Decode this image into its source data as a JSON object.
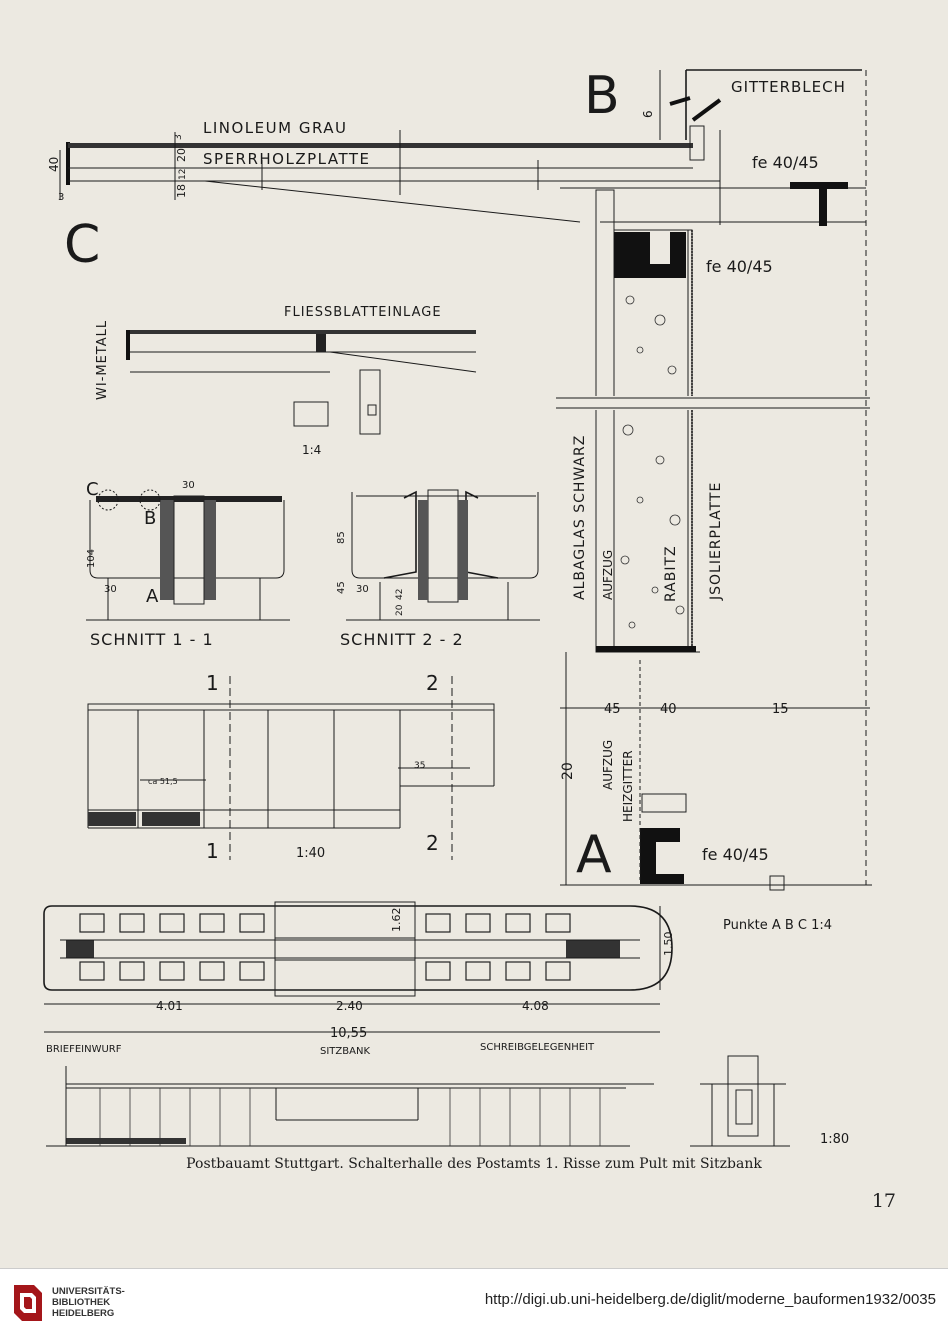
{
  "drawing": {
    "labels": {
      "gitterblech": "GITTERBLECH",
      "linoleum": "LINOLEUM GRAU",
      "sperrholz": "SPERRHOLZPLATTE",
      "fe1": "fe 40/45",
      "fe2": "fe 40/45",
      "fe3": "fe 40/45",
      "wi_metall": "WI-METALL",
      "fliess": "FLIESSBLATTEINLAGE",
      "albaglas": "ALBAGLAS SCHWARZ",
      "aufzug1": "AUFZUG",
      "rabitz": "RABITZ",
      "isolier": "JSOLIERPLATTE",
      "aufzug2": "AUFZUG",
      "heizgitter": "HEIZGITTER",
      "schnitt11": "SCHNITT  1 - 1",
      "schnitt22": "SCHNITT  2 - 2",
      "briefeinwurf": "BRIEFEINWURF",
      "sitzbank": "SITZBANK",
      "schreib": "SCHREIBGELEGENHEIT"
    },
    "letters": {
      "a": "A",
      "b": "B",
      "c": "C",
      "t": "T"
    },
    "small_letters": {
      "a": "A",
      "b": "B",
      "c": "C"
    },
    "dims": {
      "d6": "6",
      "d40": "40",
      "d3": "3",
      "d3b": "3",
      "d20": "20",
      "d12": "12",
      "d18": "18",
      "d45": "45",
      "d40b": "40",
      "d15": "15",
      "d20b": "20",
      "d30": "30",
      "d104": "104",
      "d30b": "30",
      "d85": "85",
      "d45b": "45",
      "d30c": "30",
      "d42": "42",
      "d20c": "20",
      "d35": "35",
      "d515": "ca 51,5",
      "d162": "1.62",
      "d150": "1.50",
      "d401": "4.01",
      "d240": "2.40",
      "d408": "4.08",
      "d1055": "10,55",
      "sec1a": "1",
      "sec2a": "2",
      "sec1b": "1",
      "sec2b": "2"
    },
    "scales": {
      "s14": "1:4",
      "s140": "1:40",
      "s180": "1:80"
    },
    "punkte": "Punkte A B C 1:4"
  },
  "caption": "Postbauamt Stuttgart. Schalterhalle des Postamts 1. Risse zum Pult mit Sitzbank",
  "page_number": "17",
  "footer": {
    "library_lines": [
      "UNIVERSITÄTS-",
      "BIBLIOTHEK",
      "HEIDELBERG"
    ],
    "url": "http://digi.ub.uni-heidelberg.de/diglit/moderne_bauformen1932/0035"
  },
  "colors": {
    "paper": "#ece9e1",
    "ink": "#1a1a1a",
    "logo_red": "#a4161a"
  }
}
